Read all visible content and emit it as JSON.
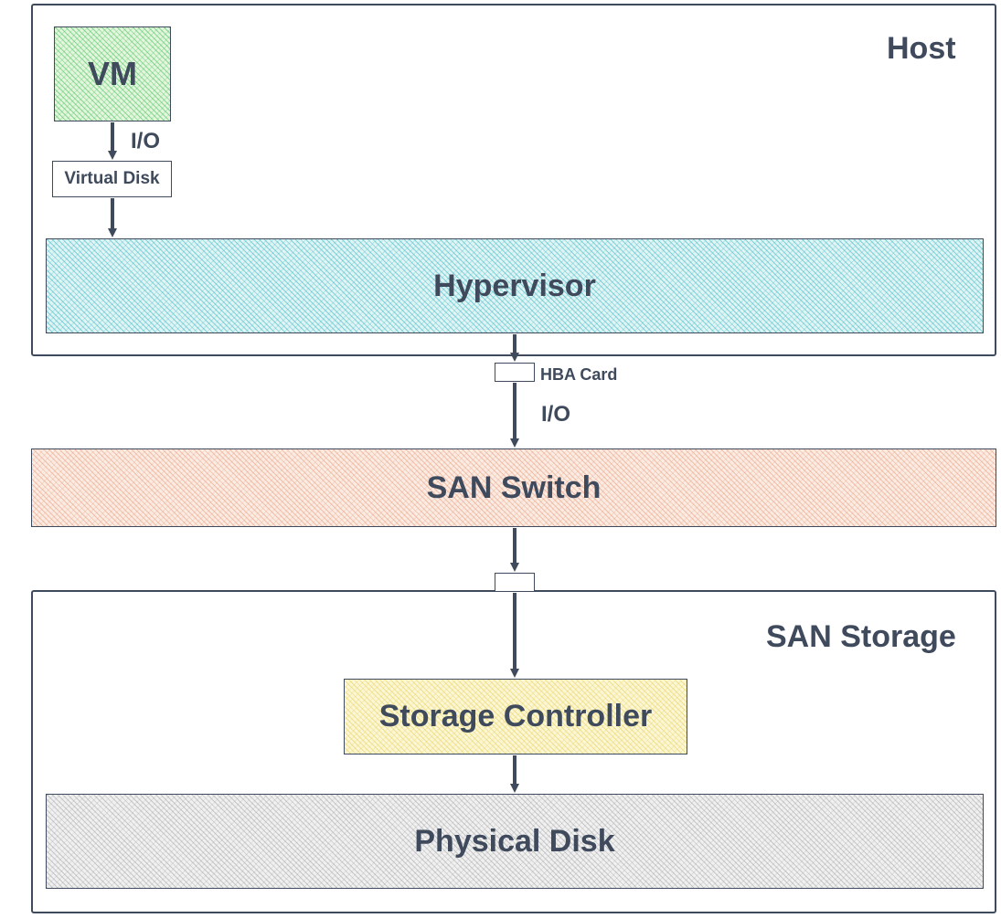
{
  "host": {
    "label": "Host"
  },
  "vm": {
    "label": "VM"
  },
  "io_vm": "I/O",
  "virtual_disk": {
    "label": "Virtual Disk"
  },
  "hypervisor": {
    "label": "Hypervisor"
  },
  "hba_card": {
    "label": "HBA Card"
  },
  "io_san": "I/O",
  "san_switch": {
    "label": "SAN Switch"
  },
  "san_storage": {
    "label": "SAN Storage"
  },
  "storage_controller": {
    "label": "Storage Controller"
  },
  "physical_disk": {
    "label": "Physical Disk"
  },
  "colors": {
    "stroke": "#3f4a5c",
    "vm_fill": "#40c057",
    "hypervisor_fill": "#15aabf",
    "san_switch_fill": "#e88c64",
    "storage_controller_fill": "#e6cd50",
    "physical_disk_fill": "#969696"
  }
}
